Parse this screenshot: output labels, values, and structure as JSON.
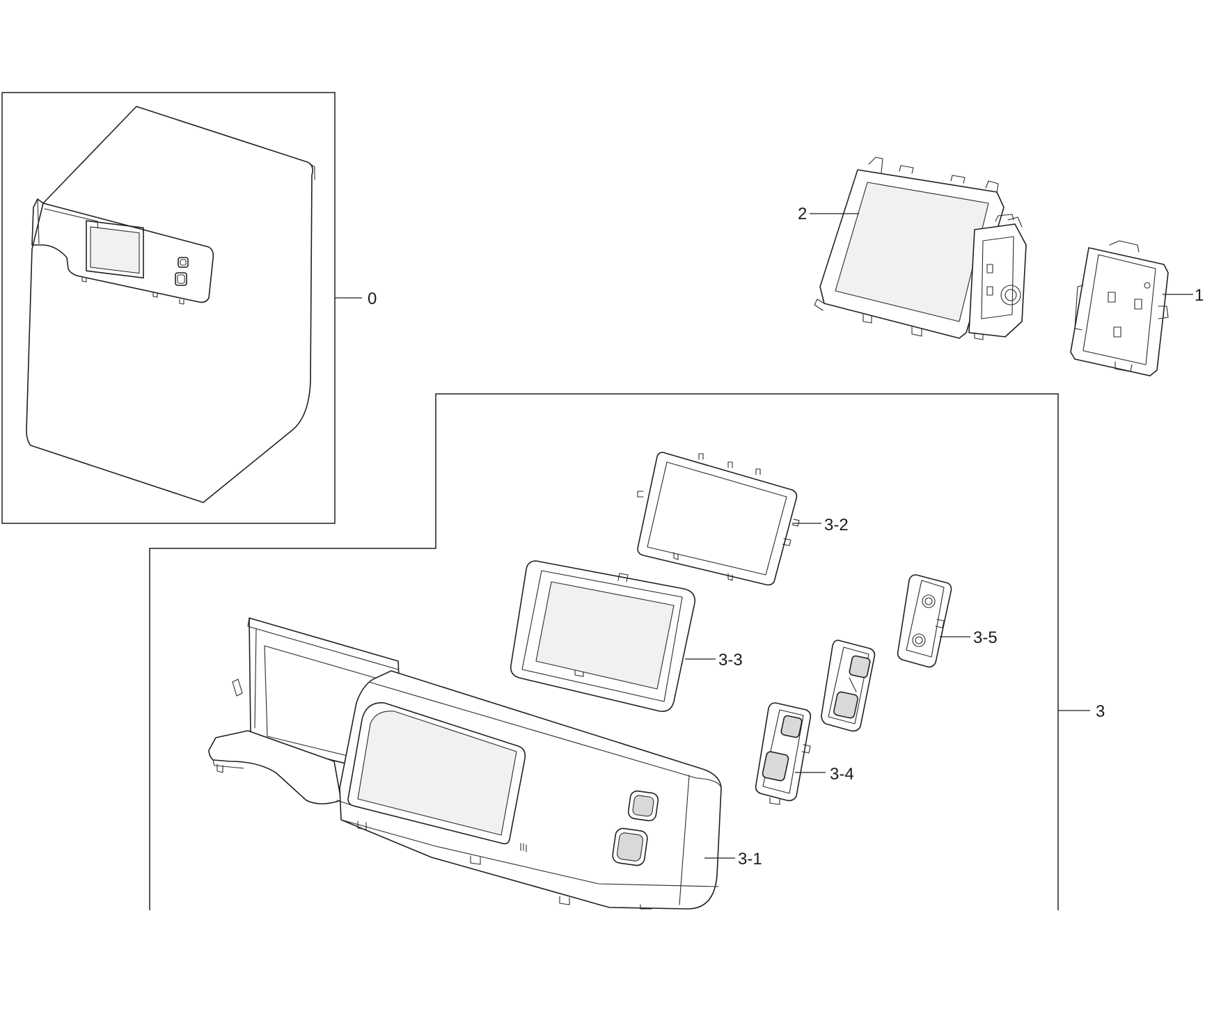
{
  "diagram": {
    "callouts": {
      "assembly_0": "0",
      "part_1": "1",
      "part_2": "2",
      "assembly_3": "3",
      "part_3_1": "3-1",
      "part_3_2": "3-2",
      "part_3_3": "3-3",
      "part_3_4": "3-4",
      "part_3_5": "3-5"
    },
    "colors": {
      "line": "#1f1f1f",
      "background": "#ffffff"
    }
  }
}
